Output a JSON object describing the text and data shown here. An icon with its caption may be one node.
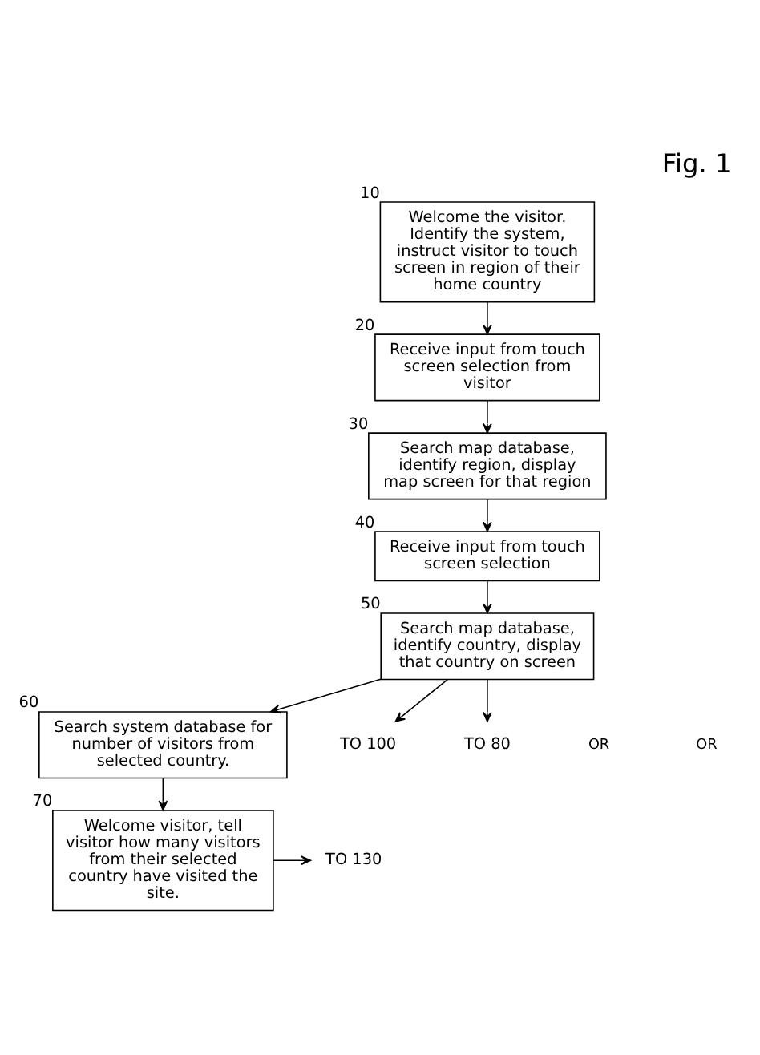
{
  "diagram": {
    "title": "Fig. 1",
    "nodes": [
      {
        "text": [
          "Welcome the visitor. Identify the system, instruct visitor to touch screen in region of their home country"
        ],
        "beside": [
          "10"
        ]
      },
      {
        "text": [
          "Receive input from touch screen selection from visitor"
        ],
        "beside": [
          "20"
        ]
      },
      {
        "text": [
          "Search map database, identify region, display map screen for that region"
        ],
        "beside": [
          "30"
        ]
      },
      {
        "text": [
          "Receive input from touch screen selection"
        ],
        "beside": [
          "40"
        ]
      },
      {
        "text": [
          "Search map database, identify country, display that country on screen"
        ],
        "beside": [
          "50"
        ]
      },
      {
        "text": [
          "Search system database for number of visitors from selected country."
        ],
        "beside": [
          "60"
        ]
      },
      {
        "text": [
          "Welcome visitor, tell visitor how many visitors from their selected country have visited the site."
        ],
        "beside": [
          "70"
        ]
      },
      {
        "text": [
          "TO 100"
        ]
      },
      {
        "text": [
          "TO 80"
        ]
      },
      {
        "text": [
          "TO 130"
        ]
      }
    ],
    "edges": [
      {
        "from": 0,
        "to": 1,
        "arrow": "to"
      },
      {
        "from": 1,
        "to": 2,
        "arrow": "to"
      },
      {
        "from": 2,
        "to": 3,
        "arrow": "to"
      },
      {
        "from": 3,
        "to": 4,
        "arrow": "to"
      },
      {
        "from": 4,
        "to": 5,
        "arrow": "to"
      },
      {
        "from": 4,
        "to": 7,
        "arrow": "to"
      },
      {
        "from": 4,
        "to": 8,
        "arrow": "to"
      },
      {
        "from": 5,
        "to": 6,
        "arrow": "to"
      },
      {
        "from": 6,
        "to": 9,
        "arrow": "to"
      }
    ],
    "labels": [
      "OR",
      "OR"
    ]
  }
}
